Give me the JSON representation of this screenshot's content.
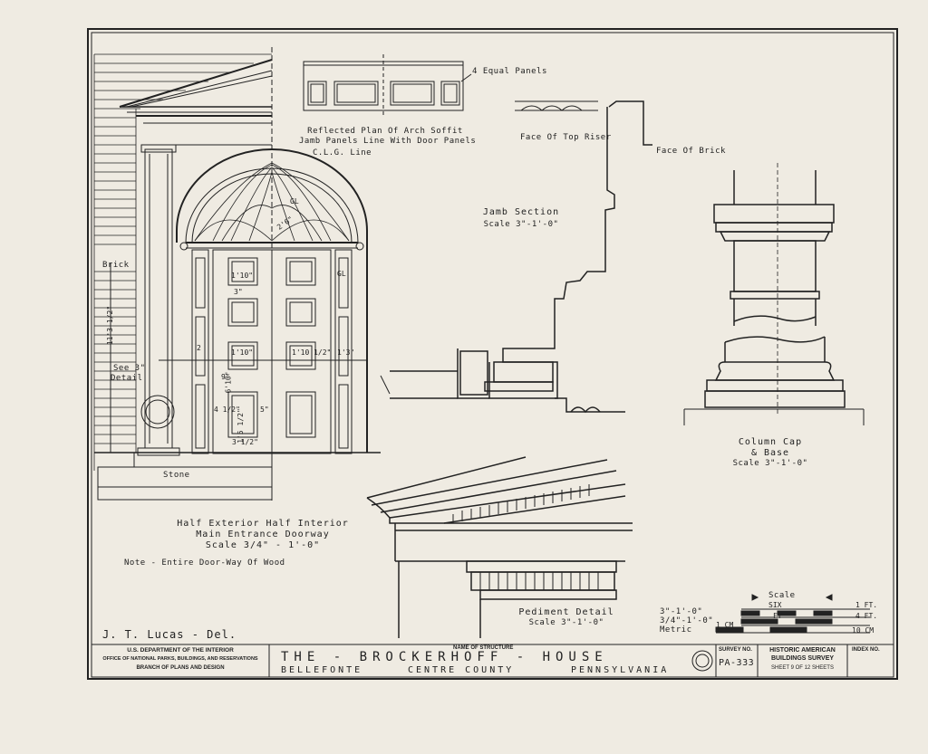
{
  "labels": {
    "four_panels": "4 Equal Panels",
    "soffit_1": "Reflected Plan Of Arch Soffit",
    "soffit_2": "Jamb Panels Line With Door Panels",
    "clg_line": "C.L.G. Line",
    "face_top_riser": "Face Of Top Riser",
    "face_brick": "Face Of Brick",
    "jamb_title": "Jamb Section",
    "jamb_scale": "Scale 3\"-1'-0\"",
    "brick": "Brick",
    "stone": "Stone",
    "see_detail_1": "See 3\"",
    "see_detail_2": "Detail",
    "doorway_1": "Half Exterior Half Interior",
    "doorway_2": "Main Entrance Doorway",
    "doorway_3": "Scale 3/4\" - 1'-0\"",
    "note": "Note - Entire Door-Way Of Wood",
    "column_1": "Column Cap",
    "column_2": "& Base",
    "column_3": "Scale 3\"-1'-0\"",
    "pediment_1": "Pediment Detail",
    "pediment_2": "Scale 3\"-1'-0\"",
    "scale_title": "Scale",
    "scale_row1": "3\"-1'-0\"",
    "scale_row2": "3/4\"-1'-0\"",
    "scale_row3": "Metric",
    "scale_six": "SIX",
    "scale_ft": "FT",
    "scale_1ft": "1 FT.",
    "scale_4ft": "4 FT.",
    "scale_1cm": "1 CM",
    "scale_10cm": "10 CM",
    "drafter": "J. T. Lucas - Del."
  },
  "dims": {
    "gl_arch": "GL",
    "gl_side": "GL",
    "d26": "2'6\"",
    "d116": "1'10\"",
    "d110a": "1'10\"",
    "d110b": "1'10 1/2\"",
    "d13": "1'3\"",
    "d2": "2",
    "d610": "6'10\"",
    "d9": "9\"",
    "d45": "4 1/2\"",
    "d5": "5\"",
    "d36": "3 1/2\"",
    "d1512": "1'5 1/2\"",
    "d113": "11'3 1/2\"",
    "d3": "3\""
  },
  "title_block": {
    "agency_1": "U.S. DEPARTMENT OF THE INTERIOR",
    "agency_2": "OFFICE OF NATIONAL PARKS, BUILDINGS, AND RESERVATIONS",
    "agency_3": "BRANCH OF PLANS AND DESIGN",
    "name_label": "NAME OF STRUCTURE",
    "name": "THE - BROCKERHOFF - HOUSE",
    "location_1": "BELLEFONTE",
    "location_2": "CENTRE COUNTY",
    "location_3": "PENNSYLVANIA",
    "survey_label": "SURVEY NO.",
    "survey_no": "PA-333",
    "habs_1": "HISTORIC AMERICAN",
    "habs_2": "BUILDINGS SURVEY",
    "sheet_text": "SHEET 9 OF 12 SHEETS",
    "index_label": "INDEX NO."
  },
  "colors": {
    "ink": "#222222",
    "paper": "#efebe2"
  }
}
